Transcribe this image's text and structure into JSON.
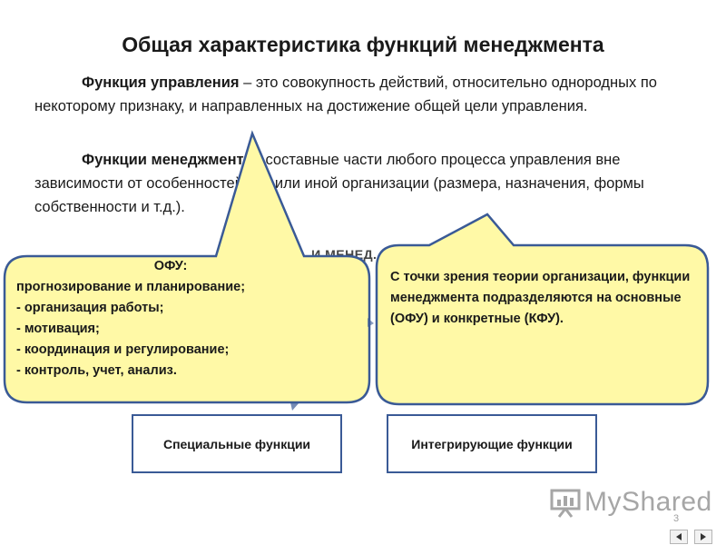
{
  "slide": {
    "title": "Общая характеристика функций менеджмента",
    "para1": {
      "term": "Функция управления",
      "text": " – это совокупность действий, относительно однородных по некоторому признаку, и направленных на достижение общей цели управления."
    },
    "para2": {
      "term": "Функции менеджмента",
      "text": " - составные части любого процесса управления вне зависимости от особенностей той или иной организации (размера, назначения, формы собственности и т.д.)."
    },
    "hidden_heading": "...И МЕНЕД...",
    "boxes": {
      "special": "Специальные функции",
      "integrating": "Интегрирующие функции"
    },
    "callout_left": {
      "title": "ОФУ:",
      "items": [
        "прогнозирование и планирование;",
        "- организация работы;",
        "- мотивация;",
        "- координация и регулирование;",
        "- контроль, учет, анализ."
      ]
    },
    "callout_right": {
      "text": "С точки зрения теории организации, функции менеджмента подразделяются на  основные (ОФУ) и конкретные (КФУ)."
    },
    "colors": {
      "callout_fill": "#fff9a6",
      "callout_stroke": "#3a5a96",
      "box_border": "#3a5a96"
    }
  },
  "footer": {
    "logo_text": "MyShared",
    "page_number": "3",
    "nav_prev_icon": "triangle-left-icon",
    "nav_next_icon": "triangle-right-icon"
  }
}
